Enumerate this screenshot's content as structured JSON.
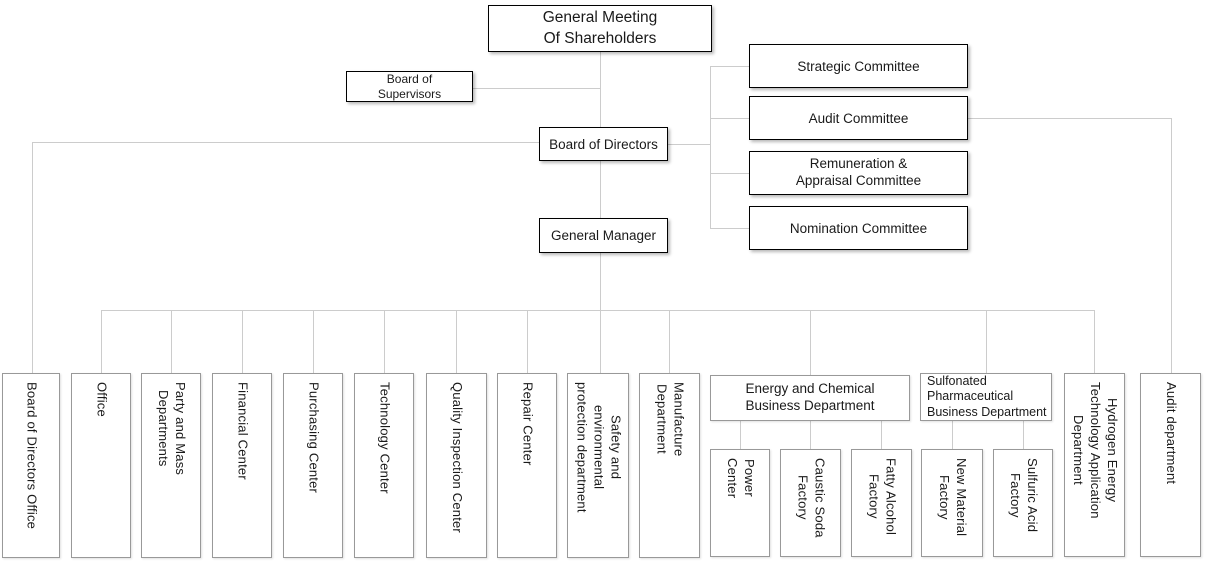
{
  "diagram_type": "organizational-chart",
  "colors": {
    "background": "#ffffff",
    "primary_box_border": "#000000",
    "department_box_border": "#999999",
    "connector_line": "#cccccc",
    "text": "#1a1a1a"
  },
  "nodes": {
    "general_meeting": {
      "label": "General Meeting\nOf Shareholders"
    },
    "board_of_supervisors": {
      "label": "Board of\nSupervisors"
    },
    "board_of_directors": {
      "label": "Board of Directors"
    },
    "general_manager": {
      "label": "General Manager"
    },
    "strategic_committee": {
      "label": "Strategic Committee"
    },
    "audit_committee": {
      "label": "Audit Committee"
    },
    "remuneration_committee": {
      "label": "Remuneration &\nAppraisal Committee"
    },
    "nomination_committee": {
      "label": "Nomination Committee"
    },
    "board_of_directors_office": {
      "label": "Board of Directors Office"
    },
    "office": {
      "label": "Office"
    },
    "party_and_mass_departments": {
      "label": "Party and Mass\nDepartments"
    },
    "financial_center": {
      "label": "Financial Center"
    },
    "purchasing_center": {
      "label": "Purchasing Center"
    },
    "technology_center": {
      "label": "Technology Center"
    },
    "quality_inspection_center": {
      "label": "Quality Inspection Center"
    },
    "repair_center": {
      "label": "Repair Center"
    },
    "safety_environmental_department": {
      "label": "Safety and\nenvironmental\nprotection department"
    },
    "manufacture_department": {
      "label": "Manufacture\nDepartment"
    },
    "energy_chemical_department": {
      "label": "Energy and Chemical\nBusiness Department"
    },
    "power_center": {
      "label": "Power\nCenter"
    },
    "caustic_soda_factory": {
      "label": "Caustic Soda\nFactory"
    },
    "fatty_alcohol_factory": {
      "label": "Fatty Alcohol\nFactory"
    },
    "sulfonated_pharma_department": {
      "label": "Sulfonated\nPharmaceutical\nBusiness Department"
    },
    "new_material_factory": {
      "label": "New Material\nFactory"
    },
    "sulfuric_acid_factory": {
      "label": "Sulfuric Acid\nFactory"
    },
    "hydrogen_energy_department": {
      "label": "Hydrogen Energy\nTechnology Application\nDepartment"
    },
    "audit_department": {
      "label": "Audit department"
    }
  }
}
